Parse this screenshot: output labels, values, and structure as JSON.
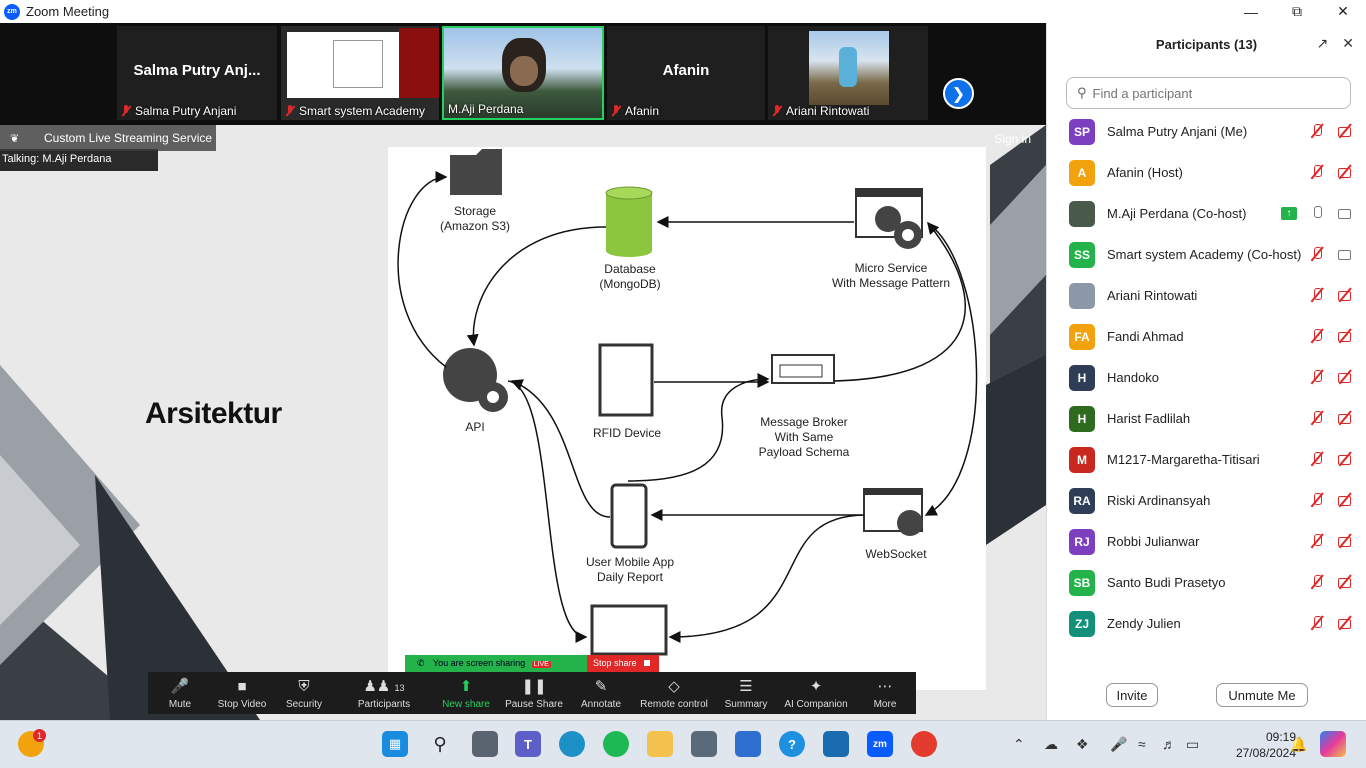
{
  "window": {
    "title": "Zoom Meeting",
    "app_icon": "zm"
  },
  "strip": {
    "tiles": [
      {
        "big_name": "Salma Putry Anj...",
        "label": "Salma Putry Anjani"
      },
      {
        "label": "Smart system Academy"
      },
      {
        "label": "M.Aji Perdana"
      },
      {
        "big_name": "Afanin",
        "label": "Afanin"
      },
      {
        "label": "Ariani Rintowati"
      }
    ]
  },
  "share": {
    "stream_label": "Custom Live Streaming Service",
    "talking": "Talking: M.Aji Perdana",
    "sign_in": "Sign in",
    "slide_title": "Arsitektur",
    "diagram": {
      "storage": [
        "Storage",
        "(Amazon S3)"
      ],
      "database": [
        "Database",
        "(MongoDB)"
      ],
      "micro": [
        "Micro Service",
        "With Message Pattern"
      ],
      "api": "API",
      "rfid": "RFID Device",
      "broker": [
        "Message Broker",
        "With Same",
        "Payload Schema"
      ],
      "mobile": [
        "User Mobile App",
        "Daily Report"
      ],
      "websocket": "WebSocket"
    },
    "sharing_text": "You are screen sharing",
    "live_badge": "LIVE",
    "stop_share": "Stop share"
  },
  "toolbar": {
    "mute": "Mute",
    "stop_video": "Stop Video",
    "security": "Security",
    "participants": "Participants",
    "participants_count": "13",
    "new_share": "New share",
    "pause_share": "Pause Share",
    "annotate": "Annotate",
    "remote_control": "Remote control",
    "summary": "Summary",
    "ai_companion": "AI Companion",
    "more": "More"
  },
  "panel": {
    "title": "Participants (13)",
    "search_placeholder": "Find a participant",
    "participants": [
      {
        "initials": "SP",
        "color": "#7b3fbf",
        "name": "Salma Putry Anjani (Me)",
        "state": "off"
      },
      {
        "initials": "A",
        "color": "#f2a20c",
        "name": "Afanin (Host)",
        "state": "off"
      },
      {
        "initials": "",
        "color": "#4a5a4a",
        "name": "M.Aji Perdana (Co-host)",
        "state": "sharing"
      },
      {
        "initials": "SS",
        "color": "#23b34a",
        "name": "Smart system Academy (Co-host)",
        "state": "mic-off-cam-on"
      },
      {
        "initials": "",
        "color": "#8a98a8",
        "name": "Ariani Rintowati",
        "state": "off"
      },
      {
        "initials": "FA",
        "color": "#f2a20c",
        "name": "Fandi Ahmad",
        "state": "off"
      },
      {
        "initials": "H",
        "color": "#2f3e56",
        "name": "Handoko",
        "state": "off"
      },
      {
        "initials": "H",
        "color": "#2e6b1f",
        "name": "Harist Fadlilah",
        "state": "off"
      },
      {
        "initials": "M",
        "color": "#c8281e",
        "name": "M1217-Margaretha-Titisari",
        "state": "off"
      },
      {
        "initials": "RA",
        "color": "#2f3e56",
        "name": "Riski Ardinansyah",
        "state": "off"
      },
      {
        "initials": "RJ",
        "color": "#7b3fbf",
        "name": "Robbi Julianwar",
        "state": "off"
      },
      {
        "initials": "SB",
        "color": "#23b34a",
        "name": "Santo Budi Prasetyo",
        "state": "off"
      },
      {
        "initials": "ZJ",
        "color": "#14907a",
        "name": "Zendy Julien",
        "state": "off"
      }
    ],
    "invite": "Invite",
    "unmute_me": "Unmute Me"
  },
  "taskbar": {
    "time": "09:19",
    "date": "27/08/2024",
    "notification_count": "1",
    "zoom_icon": "zm"
  }
}
